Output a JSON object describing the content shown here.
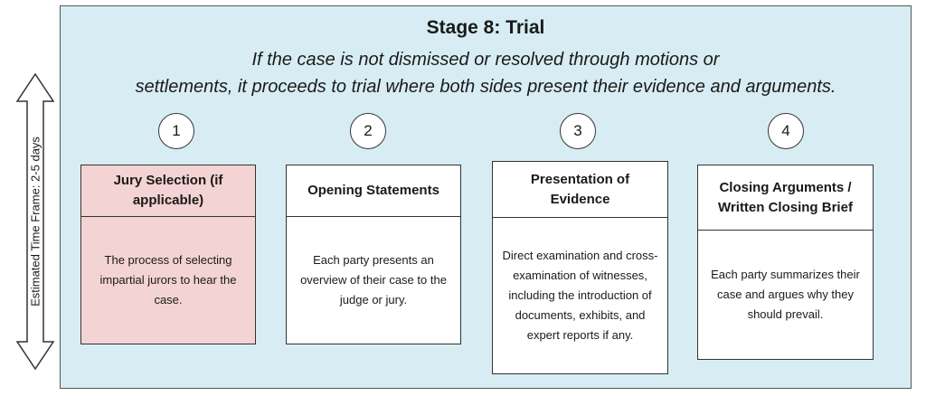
{
  "timeframe_label": "Estimated Time Frame: 2-5 days",
  "stage": {
    "title": "Stage 8: Trial",
    "description_line1": "If the case is not dismissed or resolved through motions or",
    "description_line2": "settlements, it proceeds to trial where both sides present their evidence and arguments."
  },
  "steps": [
    {
      "number": "1",
      "title": "Jury Selection (if applicable)",
      "body": "The process of selecting impartial jurors to hear the case."
    },
    {
      "number": "2",
      "title": "Opening Statements",
      "body": "Each party presents an overview of their case to the judge or jury."
    },
    {
      "number": "3",
      "title": "Presentation of Evidence",
      "body": "Direct examination and cross-examination of witnesses, including the introduction of documents, exhibits, and expert reports if any."
    },
    {
      "number": "4",
      "title": "Closing Arguments / Written Closing Brief",
      "body": "Each party summarizes their case and argues why they should prevail."
    }
  ],
  "colors": {
    "panel_bg": "#d7edf3",
    "highlight_card": "#f3d3d3",
    "card_bg": "#ffffff",
    "border": "#333333"
  }
}
